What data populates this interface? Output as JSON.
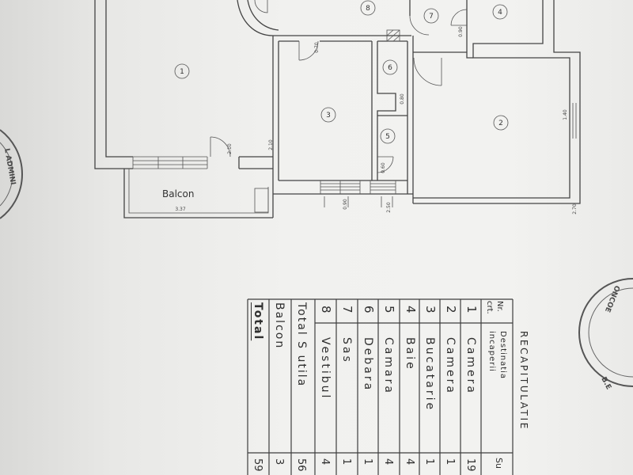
{
  "plan": {
    "rooms": [
      {
        "number": "1"
      },
      {
        "number": "2"
      },
      {
        "number": "3"
      },
      {
        "number": "4"
      },
      {
        "number": "5"
      },
      {
        "number": "6"
      },
      {
        "number": "7"
      },
      {
        "number": "8"
      }
    ],
    "balcony_label": "Balcon",
    "dimensions": [
      "3.37",
      "2.10",
      "2.10",
      "0.70",
      "0.90",
      "0.60",
      "0.80",
      "0.90",
      "2.50",
      "1.40",
      "2.70"
    ]
  },
  "recap": {
    "title": "RECAPITULATIE",
    "header": {
      "nr_line1": "Nr.",
      "nr_line2": "crt.",
      "dest_line1": "Destinatia",
      "dest_line2": "incaperii",
      "area": "Su"
    },
    "rows": [
      {
        "nr": "1",
        "name": "Camera",
        "area": "19"
      },
      {
        "nr": "2",
        "name": "Camera",
        "area": "1"
      },
      {
        "nr": "3",
        "name": "Bucatarie",
        "area": "1"
      },
      {
        "nr": "4",
        "name": "Baie",
        "area": "4"
      },
      {
        "nr": "5",
        "name": "Camara",
        "area": "4"
      },
      {
        "nr": "6",
        "name": "Debara",
        "area": "1"
      },
      {
        "nr": "7",
        "name": "Sas",
        "area": "1"
      },
      {
        "nr": "8",
        "name": "Vestibul",
        "area": "4"
      }
    ],
    "totals": [
      {
        "name": "Total S utila",
        "area": "56"
      },
      {
        "name": "Balcon",
        "area": "3"
      },
      {
        "name": "Total",
        "area": "59"
      }
    ]
  },
  "stamps": {
    "left": "L ADMINI",
    "right_upper": "ONCOE",
    "right_lower": "B.E"
  },
  "colors": {
    "paper": "#f1f1ef",
    "ink": "#3a3a3a"
  }
}
